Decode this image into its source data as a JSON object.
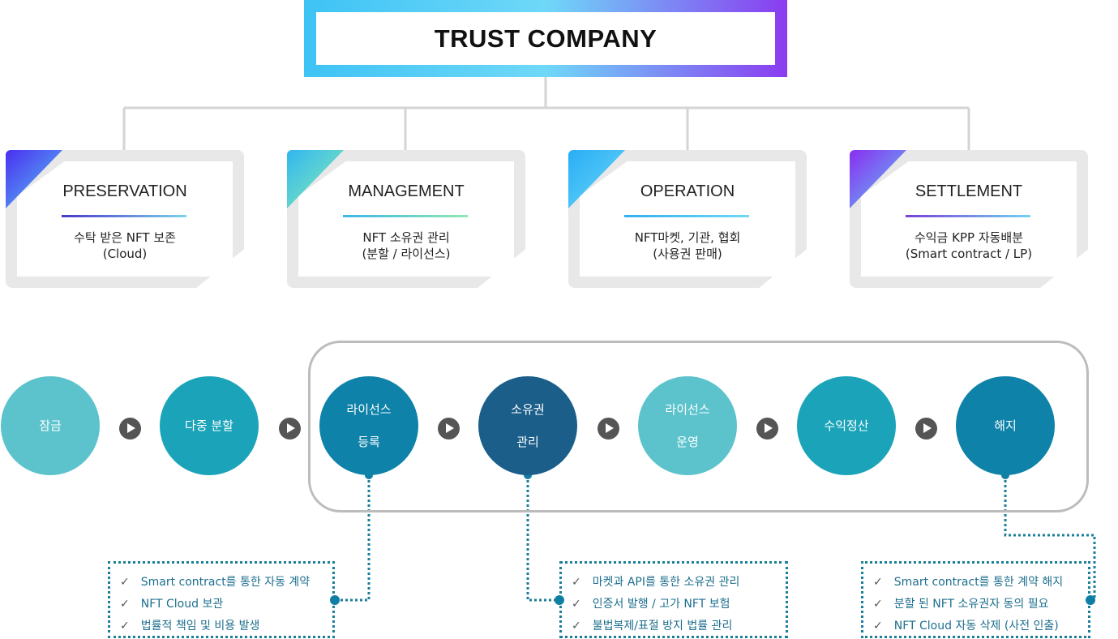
{
  "title": "TRUST COMPANY",
  "cards": [
    {
      "name": "PRESERVATION",
      "line1": "수탁 받은 NFT 보존",
      "line2": "(Cloud)"
    },
    {
      "name": "MANAGEMENT",
      "line1": "NFT 소유권 관리",
      "line2": "(분할 / 라이선스)"
    },
    {
      "name": "OPERATION",
      "line1": "NFT마켓, 기관, 협회",
      "line2": "(사용권 판매)"
    },
    {
      "name": "SETTLEMENT",
      "line1": "수익금 KPP 자동배분",
      "line2": "(Smart contract / LP)"
    }
  ],
  "steps": [
    {
      "l1": "잠금",
      "l2": "",
      "color": "#5cc3cc"
    },
    {
      "l1": "다중 분할",
      "l2": "",
      "color": "#1ba4b9"
    },
    {
      "l1": "라이선스",
      "l2": "등록",
      "color": "#0e82a8"
    },
    {
      "l1": "소유권",
      "l2": "관리",
      "color": "#1b5e8a"
    },
    {
      "l1": "라이선스",
      "l2": "운영",
      "color": "#5cc3cc"
    },
    {
      "l1": "수익정산",
      "l2": "",
      "color": "#1ba4b9"
    },
    {
      "l1": "해지",
      "l2": "",
      "color": "#0e82a8"
    }
  ],
  "notes": [
    {
      "items": [
        "Smart contract를 통한 자동 계약",
        "NFT Cloud 보관",
        "법률적 책임 및 비용 발생"
      ]
    },
    {
      "items": [
        "마켓과 API를 통한 소유권 관리",
        "인증서 발행 / 고가 NFT 보험",
        "불법복제/표절 방지 법률 관리"
      ]
    },
    {
      "items": [
        "Smart contract를 통한 계약 해지",
        "분할 된 NFT 소유권자 동의 필요",
        "NFT Cloud 자동 삭제 (사전 인출)"
      ]
    }
  ],
  "check": "✓"
}
